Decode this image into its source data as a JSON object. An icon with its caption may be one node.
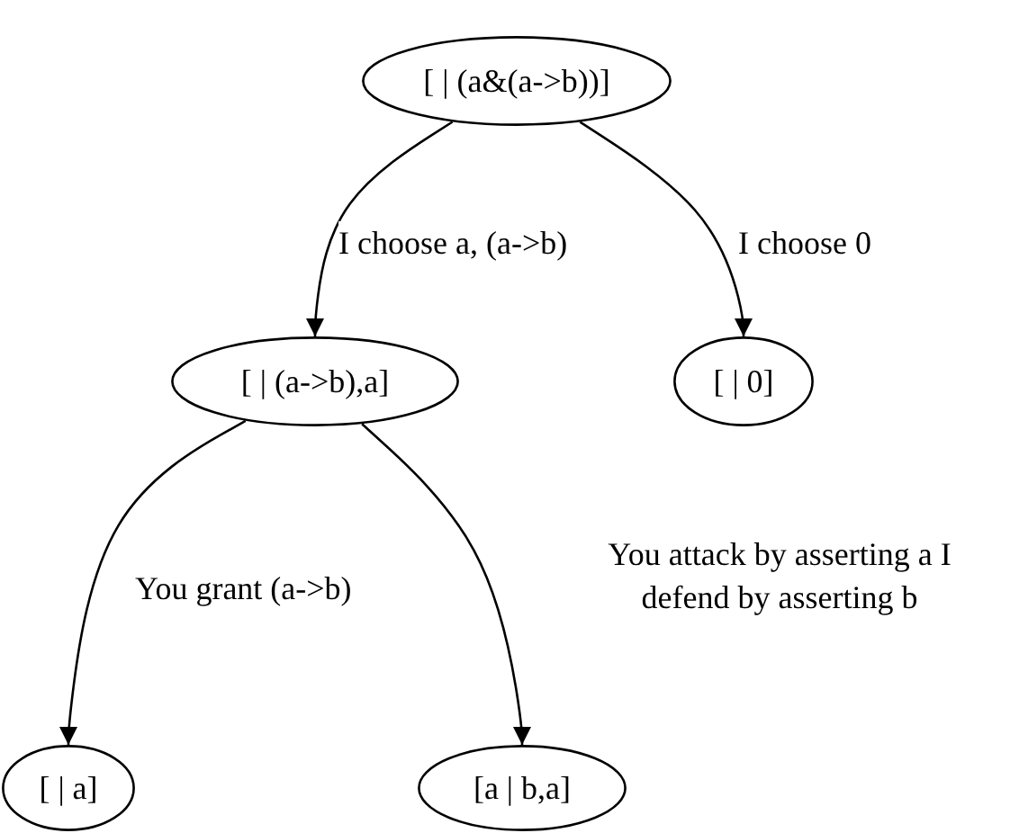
{
  "diagram": {
    "nodes": [
      {
        "text": [
          "[ | (a&(a->b))]"
        ]
      },
      {
        "text": [
          "[ | (a->b),a]"
        ]
      },
      {
        "text": [
          "[ | 0]"
        ]
      },
      {
        "text": [
          "[ | a]"
        ]
      },
      {
        "text": [
          "[a | b,a]"
        ]
      }
    ],
    "edges": [
      {
        "from": 0,
        "to": 1,
        "arrow": "to",
        "label": "I choose a, (a->b)"
      },
      {
        "from": 0,
        "to": 2,
        "arrow": "to",
        "label": "I choose 0"
      },
      {
        "from": 1,
        "to": 3,
        "arrow": "to",
        "label": "You grant (a->b)"
      },
      {
        "from": 1,
        "to": 4,
        "arrow": "to",
        "label": "You attack by asserting a I defend by asserting b"
      }
    ]
  }
}
